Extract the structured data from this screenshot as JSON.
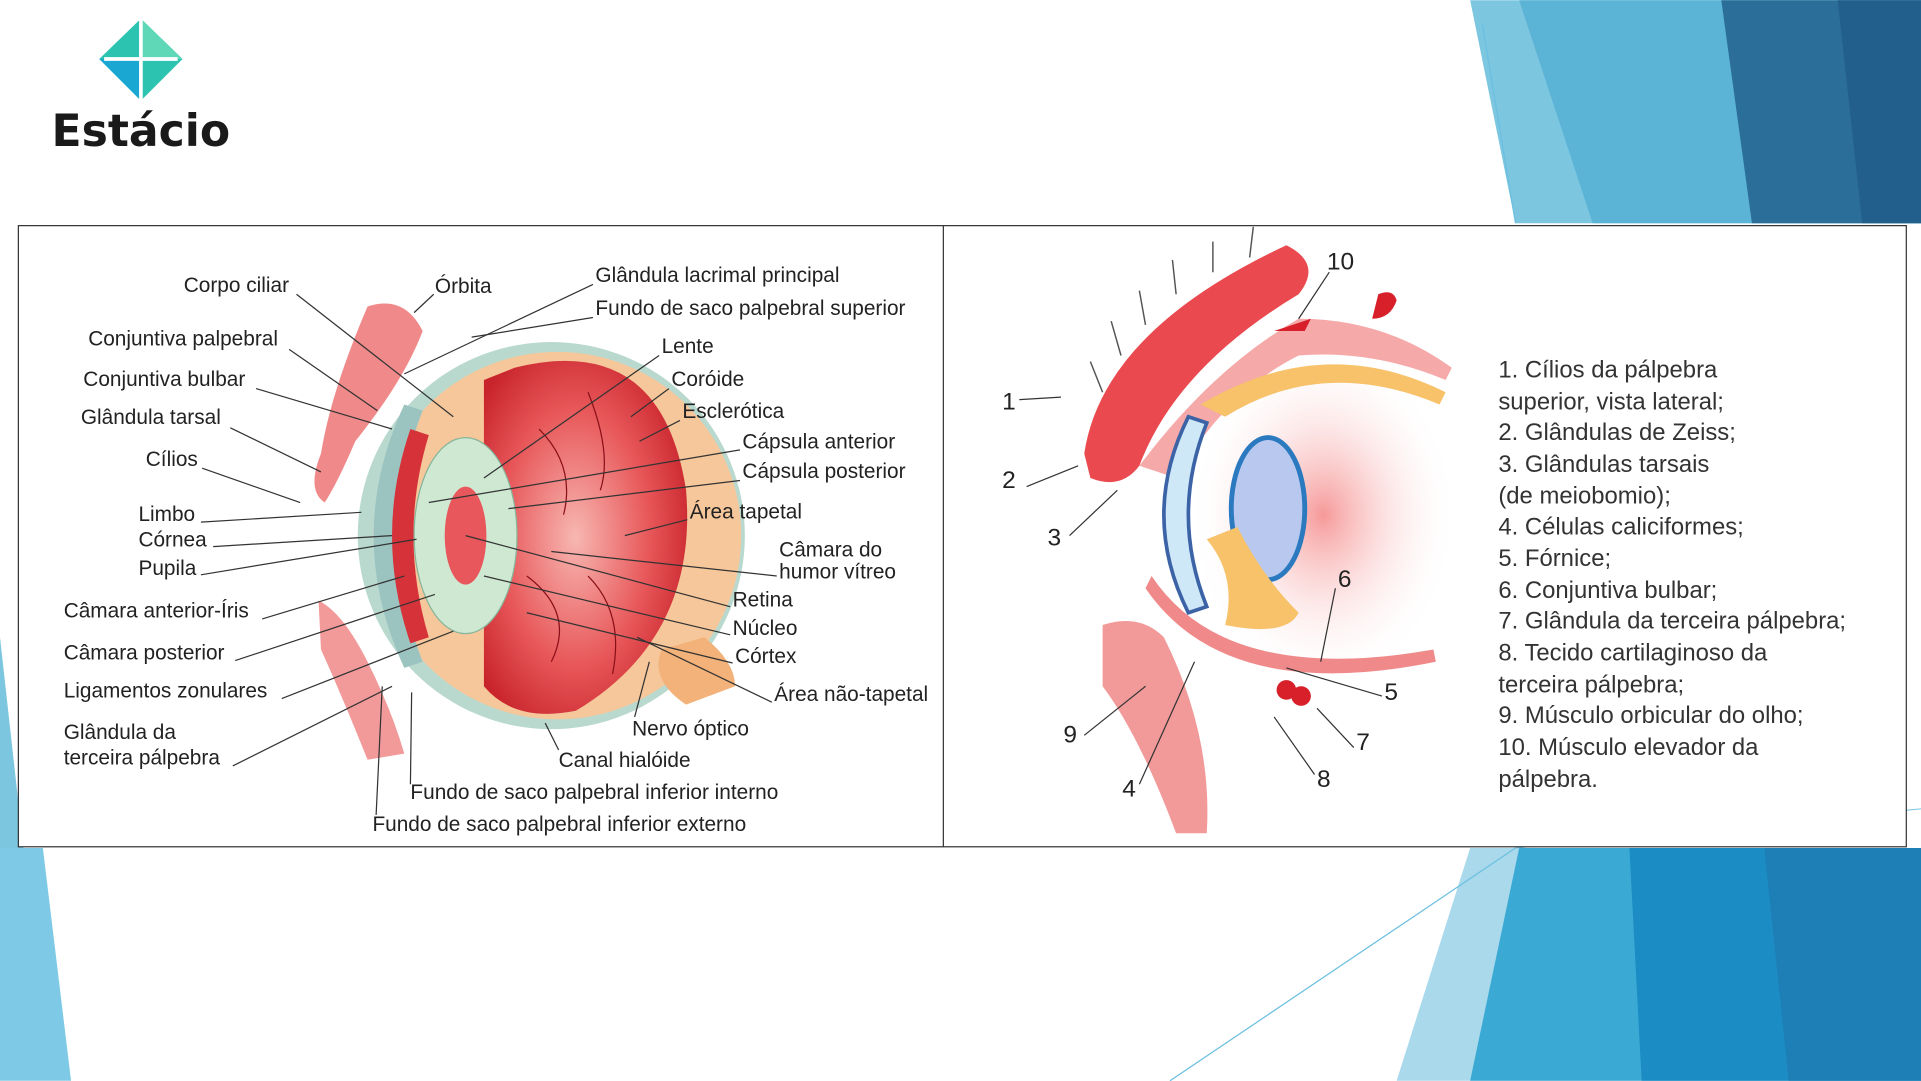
{
  "brand": {
    "name": "Estácio",
    "colors": {
      "teal": "#2bb5a8",
      "blue": "#1aa6d6",
      "deep_blue": "#236592"
    }
  },
  "left_diagram": {
    "labels": {
      "corpo_ciliar": "Corpo ciliar",
      "orbita": "Órbita",
      "glandula_lacrimal": "Glândula lacrimal principal",
      "fundo_superior": "Fundo de saco palpebral superior",
      "conjuntiva_palpebral": "Conjuntiva palpebral",
      "lente": "Lente",
      "conjuntiva_bulbar": "Conjuntiva bulbar",
      "coroide": "Coróide",
      "esclerotica": "Esclerótica",
      "glandula_tarsal": "Glândula tarsal",
      "capsula_anterior": "Cápsula anterior",
      "cilios": "Cílios",
      "capsula_posterior": "Cápsula posterior",
      "area_tapetal": "Área tapetal",
      "limbo": "Limbo",
      "cornea": "Córnea",
      "camara_vitreo_1": "Câmara do",
      "camara_vitreo_2": "humor vítreo",
      "pupila": "Pupila",
      "retina": "Retina",
      "camara_anterior": "Câmara anterior-Íris",
      "nucleo": "Núcleo",
      "camara_posterior": "Câmara posterior",
      "cortex": "Córtex",
      "ligamentos": "Ligamentos zonulares",
      "area_nao_tapetal": "Área não-tapetal",
      "nervo_optico": "Nervo óptico",
      "glandula_terceira_1": "Glândula da",
      "glandula_terceira_2": "terceira pálpebra",
      "canal_hialoide": "Canal hialóide",
      "fundo_inferior_interno": "Fundo de saco palpebral inferior interno",
      "fundo_inferior_externo": "Fundo de saco palpebral inferior externo"
    }
  },
  "right_diagram": {
    "numbers": [
      "1",
      "2",
      "3",
      "4",
      "5",
      "6",
      "7",
      "8",
      "9",
      "10"
    ],
    "legend": [
      "1. Cílios da pálpebra",
      "superior, vista lateral;",
      "2. Glândulas de Zeiss;",
      "3. Glândulas tarsais",
      "(de meiobomio);",
      "4. Células caliciformes;",
      "5. Fórnice;",
      "6. Conjuntiva bulbar;",
      "7. Glândula da terceira pálpebra;",
      "8. Tecido cartilaginoso da",
      "terceira pálpebra;",
      "9. Músculo orbicular do olho;",
      "10. Músculo elevador da",
      "pálpebra."
    ]
  }
}
